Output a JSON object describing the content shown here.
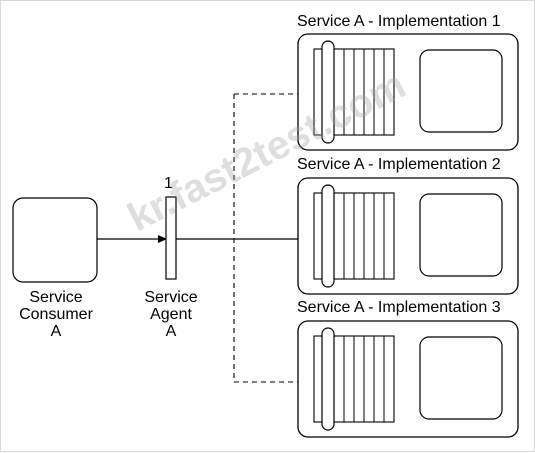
{
  "consumer": {
    "line1": "Service",
    "line2": "Consumer",
    "line3": "A"
  },
  "agent": {
    "number": "1",
    "line1": "Service",
    "line2": "Agent",
    "line3": "A"
  },
  "implementations": [
    {
      "title": "Service A - Implementation 1"
    },
    {
      "title": "Service A - Implementation 2"
    },
    {
      "title": "Service A - Implementation 3"
    }
  ],
  "watermark": "kr.fast2test.com",
  "colors": {
    "stroke": "#000000",
    "watermark": "#a0a0a0"
  }
}
